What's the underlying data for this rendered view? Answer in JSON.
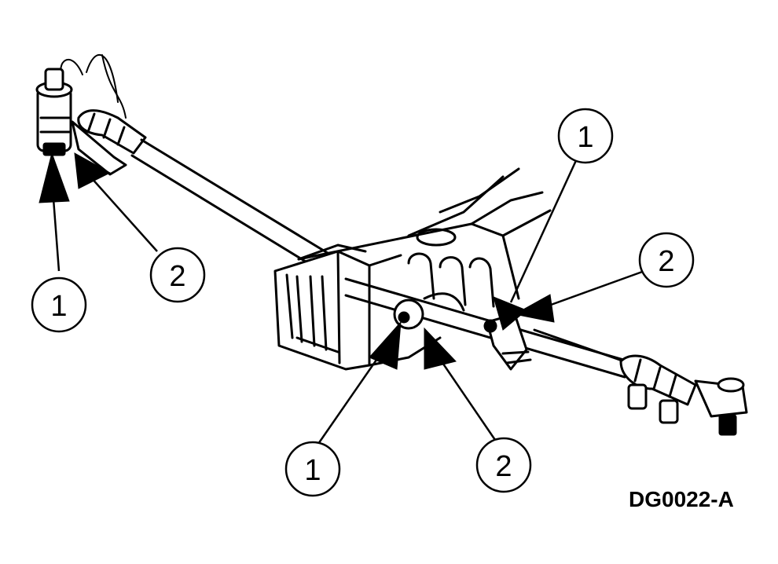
{
  "figure": {
    "id_label": "DG0022-A"
  },
  "callouts": [
    {
      "label": "1"
    },
    {
      "label": "2"
    },
    {
      "label": "1"
    },
    {
      "label": "2"
    },
    {
      "label": "1"
    },
    {
      "label": "2"
    }
  ],
  "colors": {
    "ink": "#000000",
    "paper": "#ffffff"
  }
}
